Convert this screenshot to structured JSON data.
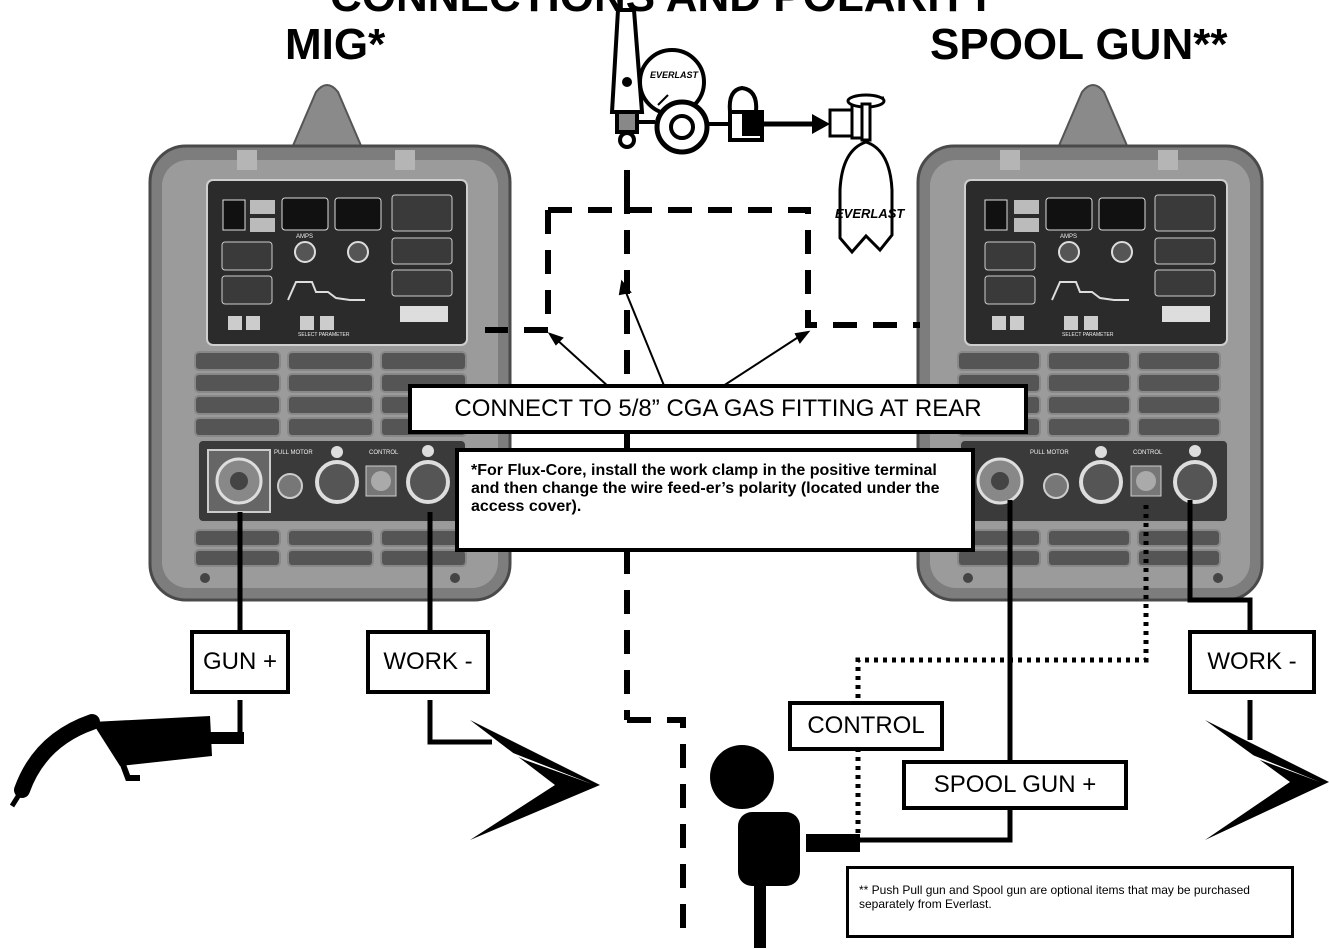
{
  "title": "CONNECTIONS AND POLARITY",
  "left_heading": "MIG*",
  "right_heading": "SPOOL GUN**",
  "brand": "EVERLAST",
  "gas_label": "CONNECT TO 5/8” CGA GAS FITTING AT REAR",
  "flux_note": "*For Flux-Core, install the work clamp in the positive terminal and then change the wire feed-er’s polarity (located under the access cover).",
  "labels": {
    "gun_plus": "GUN +",
    "work_minus_left": "WORK -",
    "work_minus_right": "WORK -",
    "control": "CONTROL",
    "spool_gun_plus": "SPOOL GUN  +"
  },
  "panel": {
    "pull_motor": "PULL MOTOR",
    "control": "CONTROL",
    "amps": "AMPS",
    "select_parameter": "SELECT PARAMETER"
  },
  "footnote": "** Push Pull gun and Spool gun are optional items that may be purchased separately from Everlast."
}
